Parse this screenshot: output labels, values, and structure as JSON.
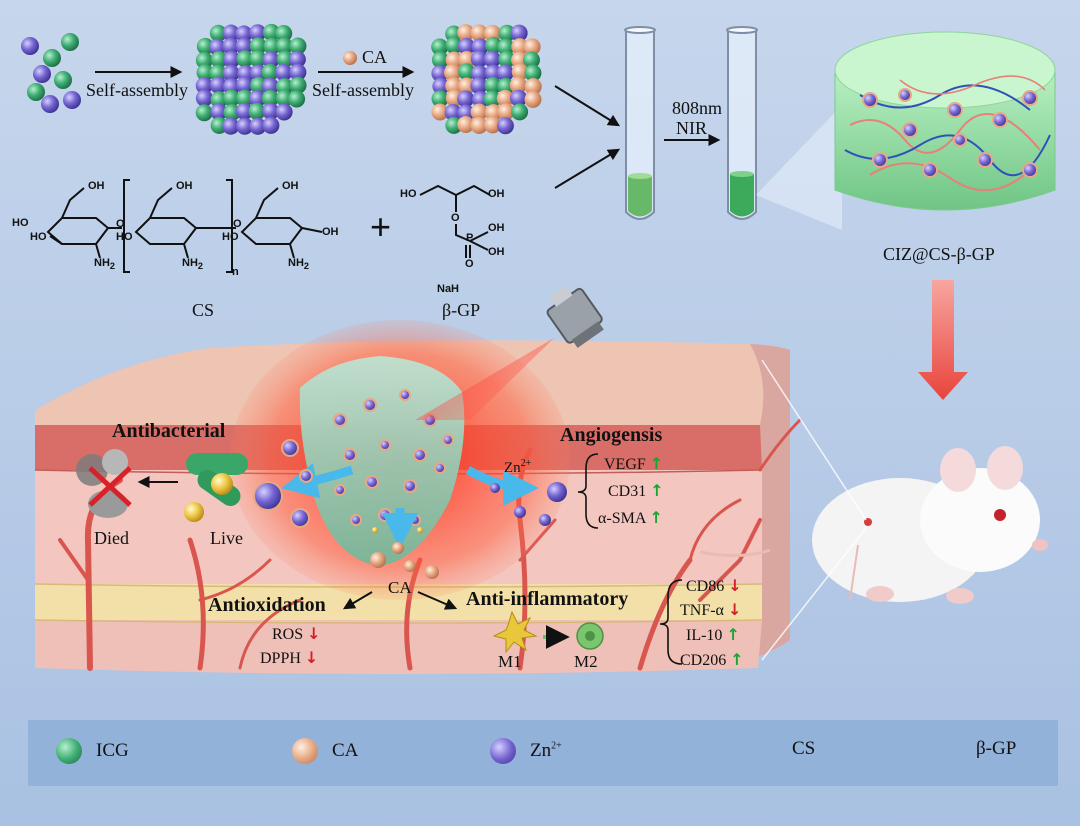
{
  "synthesis": {
    "step1_label": "Self-assembly",
    "ca_label": "CA",
    "step2_label": "Self-assembly",
    "nir_line1": "808nm",
    "nir_line2": "NIR",
    "hydrogel_label": "CIZ@CS-β-GP"
  },
  "chemistry": {
    "cs_label": "CS",
    "bgp_label": "β-GP",
    "plus": "+",
    "oh": "OH",
    "ho": "HO",
    "nh2": "NH",
    "sub2": "2",
    "n": "n",
    "o": "O",
    "p": "P",
    "nah": "NaH"
  },
  "wound": {
    "antibacterial_title": "Antibacterial",
    "died_label": "Died",
    "live_label": "Live",
    "angiogenesis_title": "Angiogensis",
    "zn_label": "Zn",
    "zn_sup": "2+",
    "ca_label": "CA",
    "antioxidation_title": "Antioxidation",
    "antiinflammatory_title": "Anti-inflammatory",
    "m1_label": "M1",
    "m2_label": "M2"
  },
  "angiogenesis_markers": [
    {
      "name": "VEGF",
      "arrow": "↑"
    },
    {
      "name": "CD31",
      "arrow": "↑"
    },
    {
      "name": "α-SMA",
      "arrow": "↑"
    }
  ],
  "antioxidation_markers": [
    {
      "name": "ROS",
      "arrow": "↓"
    },
    {
      "name": "DPPH",
      "arrow": "↓"
    }
  ],
  "inflammation_markers": [
    {
      "name": "CD86",
      "arrow": "↓"
    },
    {
      "name": "TNF-α",
      "arrow": "↓"
    },
    {
      "name": "IL-10",
      "arrow": "↑"
    },
    {
      "name": "CD206",
      "arrow": "↑"
    }
  ],
  "legend": {
    "icg": "ICG",
    "ca": "CA",
    "zn": "Zn",
    "zn_sup": "2+",
    "cs": "CS",
    "bgp": "β-GP"
  },
  "colors": {
    "icg": "#2f9a63",
    "ca": "#e0a27c",
    "zn": "#6d5fc4",
    "cs": "#e6817a",
    "bgp": "#2f52b8",
    "up_arrow": "#19a533",
    "down_arrow": "#d0202a"
  }
}
